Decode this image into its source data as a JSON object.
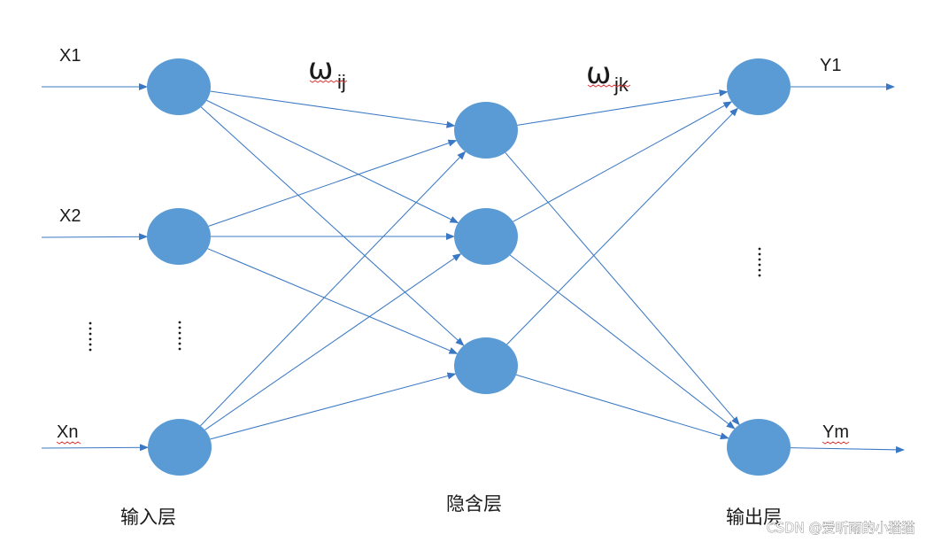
{
  "colors": {
    "node": "#5b9bd5",
    "edge": "#3a78c4",
    "text": "#1a1a1a",
    "spell_underline": "#d93a3a"
  },
  "layers": {
    "input": {
      "label": "输入层",
      "nodes": [
        "in-1",
        "in-2",
        "in-n"
      ]
    },
    "hidden": {
      "label": "隐含层",
      "nodes": [
        "h-1",
        "h-2",
        "h-3"
      ]
    },
    "output": {
      "label": "输出层",
      "nodes": [
        "out-1",
        "out-m"
      ]
    }
  },
  "inputs": [
    {
      "label": "X1",
      "target": "in-1"
    },
    {
      "label": "X2",
      "target": "in-2"
    },
    {
      "label": "Xn",
      "target": "in-n"
    }
  ],
  "outputs": [
    {
      "label": "Y1",
      "source": "out-1"
    },
    {
      "label": "Ym",
      "source": "out-m"
    }
  ],
  "weights": {
    "input_hidden": {
      "symbol": "ω",
      "subscript": "ij"
    },
    "hidden_output": {
      "symbol": "ω",
      "subscript": "jk"
    }
  },
  "edges": [
    {
      "from": "in-1",
      "to": "h-1"
    },
    {
      "from": "in-1",
      "to": "h-2"
    },
    {
      "from": "in-1",
      "to": "h-3"
    },
    {
      "from": "in-2",
      "to": "h-1"
    },
    {
      "from": "in-2",
      "to": "h-2"
    },
    {
      "from": "in-2",
      "to": "h-3"
    },
    {
      "from": "in-n",
      "to": "h-1"
    },
    {
      "from": "in-n",
      "to": "h-2"
    },
    {
      "from": "in-n",
      "to": "h-3"
    },
    {
      "from": "h-1",
      "to": "out-1"
    },
    {
      "from": "h-1",
      "to": "out-m"
    },
    {
      "from": "h-2",
      "to": "out-1"
    },
    {
      "from": "h-2",
      "to": "out-m"
    },
    {
      "from": "h-3",
      "to": "out-1"
    },
    {
      "from": "h-3",
      "to": "out-m"
    }
  ],
  "watermark": "CSDN @爱听雨的小猫猫"
}
